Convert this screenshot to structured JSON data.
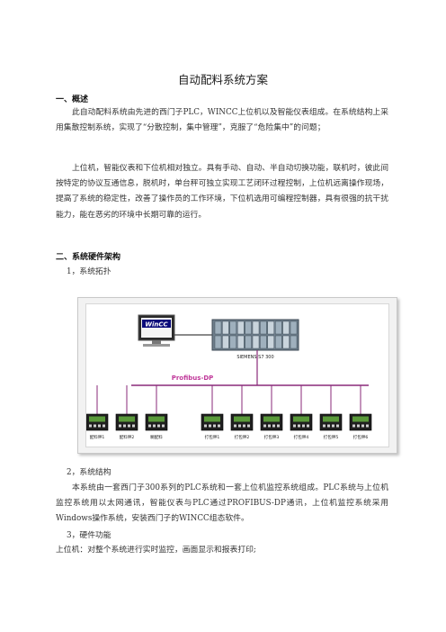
{
  "title": "自动配料系统方案",
  "section1": {
    "heading": "一、概述",
    "p1": "此自动配料系统由先进的西门子PLC，WINCC上位机以及智能仪表组成。在系统结构上采用集散控制系统，实现了“分散控制，集中管理”，克服了“危险集中”的问题；",
    "p2": "上位机，智能仪表和下位机相对独立。具有手动、自动、半自动切换功能，联机时，彼此间按特定的协议互通信息，脱机时，单台秤可独立实现工艺闭环过程控制，上位机远离操作现场，提高了系统的稳定性，改善了操作员的工作环境，下位机选用可编程控制器，具有很强的抗干扰能力，能在恶劣的环境中长期可靠的运行。"
  },
  "section2": {
    "heading": "二、系统硬件架构",
    "sub1": "1，系统拓扑",
    "sub2": "2，系统结构",
    "p3": "本系统由一套西门子300系列的PLC系统和一套上位机监控系统组成。PLC系统与上位机监控系统用以太网通讯，智能仪表与PLC通过PROFIBUS-DP通讯，上位机监控系统采用 Windows操作系统，安装西门子的WINCC组态软件。",
    "sub3": "3，硬件功能",
    "p4": "上位机：对整个系统进行实时监控，画面显示和报表打印;"
  },
  "diagram": {
    "wincc_label": "WinCC",
    "plc_label": "SIEMENS S7 300",
    "bus_label": "Profibus-DP",
    "instruments": [
      "配料秤1",
      "配料秤2",
      "糊配料",
      "打包秤1",
      "打包秤2",
      "打包秤3",
      "打包秤4",
      "打包秤5",
      "打包秤6"
    ],
    "colors": {
      "bus": "#8a2a7a",
      "screen": "#5a9a3a",
      "bus_text": "#c0389a"
    }
  }
}
